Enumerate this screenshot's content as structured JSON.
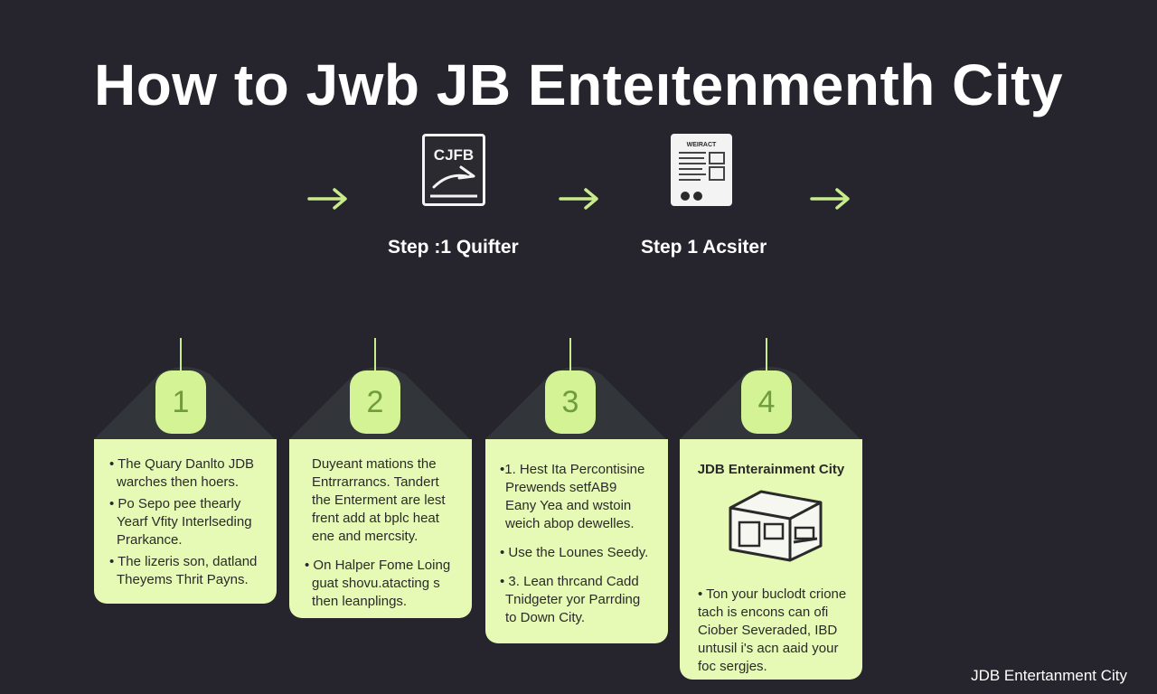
{
  "title": "How to Jwb JB Enteıtenmenth City",
  "top_steps": [
    {
      "icon_text": "CJFB",
      "label": "Step :1 Quifter"
    },
    {
      "icon_text": "WEIRACT",
      "label": "Step 1 Acsiter"
    }
  ],
  "cards": [
    {
      "number": "1",
      "lines": [
        "• The Quary Danlto JDB",
        "  warches then hoers.",
        "• Po Sepo pee thearly",
        "  Yearf Vfity Interlseding",
        "  Prarkance.",
        "• The lizeris son, datland",
        "  Theyems Thrit Payns."
      ]
    },
    {
      "number": "2",
      "lines": [
        "Duyeant mations the",
        "Entrrarrancs. Tandert",
        "the Enterment are lest",
        "frent add at bplc heat",
        "ene and mercsity.",
        "",
        "• On Halper Fome Loing",
        "  guat shovu.atacting s",
        "  then leanplings."
      ]
    },
    {
      "number": "3",
      "lines": [
        "•1. Hest Ita Percontisine",
        "   Prewends setfAB9",
        "   Eany Yea and wstoin",
        "   weich abop dewelles.",
        "",
        "• Use the Lounes Seedy.",
        "",
        "• 3. Lean thrcand Cadd",
        "   Tnidgeter yor Parrding",
        "   to Down City."
      ]
    },
    {
      "number": "4",
      "title": "JDB Enterainment City",
      "lines": [
        "• Ton your buclodt crione",
        "  tach is encons can ofi",
        "  Ciober Severaded, IBD",
        "  untusil i's acn aaid your",
        "  foc sergjes."
      ]
    }
  ],
  "footer": "JDB Entertanment City",
  "colors": {
    "background": "#26252d",
    "accent_green": "#c8eb8c",
    "card_fill": "#e6fab5",
    "badge_fill": "#d4f394",
    "badge_text": "#6f9c3f"
  }
}
